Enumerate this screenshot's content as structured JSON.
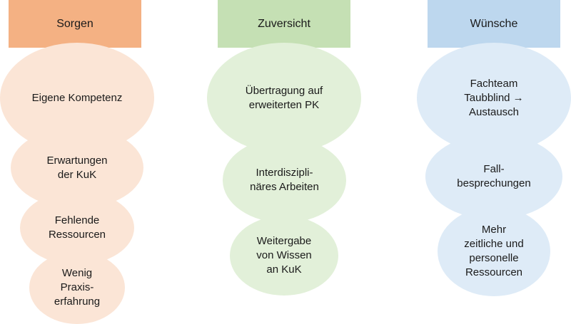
{
  "colors": {
    "sorgen_header": "#f4b183",
    "sorgen_bubble": "#fbe5d6",
    "zuversicht_header": "#c5e0b4",
    "zuversicht_bubble": "#e2f0d9",
    "wuensche_header": "#bdd7ee",
    "wuensche_bubble": "#deebf7"
  },
  "columns": [
    {
      "title": "Sorgen",
      "items": [
        "Eigene Kompetenz",
        "Erwartungen\nder KuK",
        "Fehlende\nRessourcen",
        "Wenig\nPraxis-\nerfahrung"
      ]
    },
    {
      "title": "Zuversicht",
      "items": [
        "Übertragung auf\nerweiterten PK",
        "Interdiszipli-\nnäres Arbeiten",
        "Weitergabe\nvon Wissen\nan KuK"
      ]
    },
    {
      "title": "Wünsche",
      "items": [
        "Fachteam\nTaubblind →\nAustausch",
        "Fall-\nbesprechungen",
        "Mehr\nzeitliche und\npersonelle\nRessourcen"
      ]
    }
  ]
}
